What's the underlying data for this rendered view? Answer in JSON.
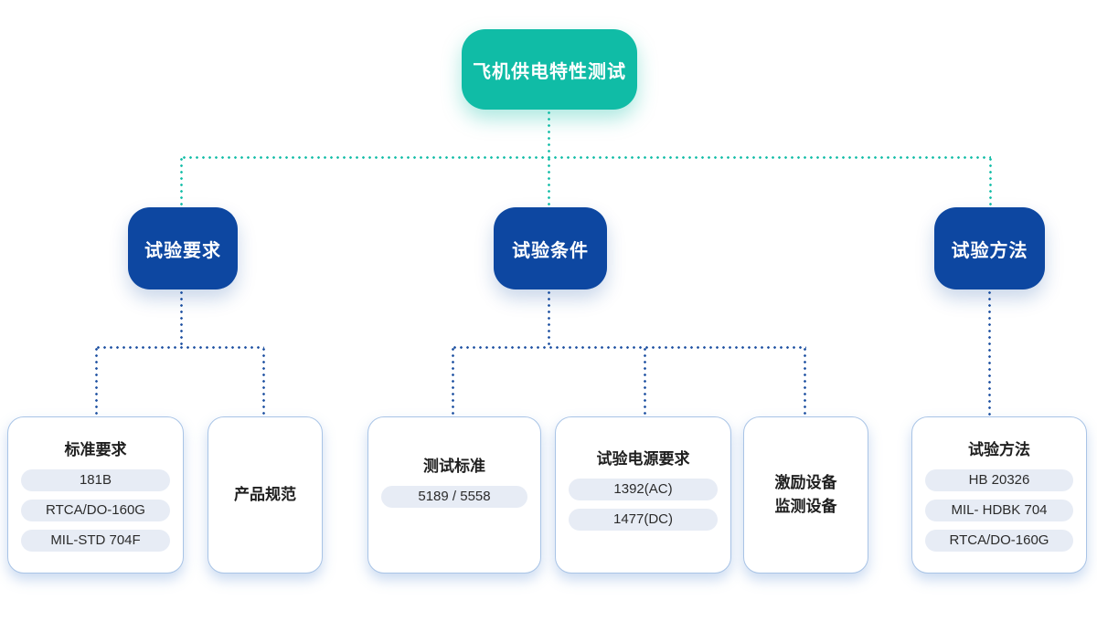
{
  "colors": {
    "teal": "#10bca6",
    "blue": "#0d47a1",
    "line_blue": "#1b4fa0",
    "card_border": "#a9c4e6",
    "pill_bg": "#e7ecf5",
    "text_dark": "#1f1f1f"
  },
  "root": {
    "label": "飞机供电特性测试"
  },
  "branches": [
    {
      "label": "试验要求"
    },
    {
      "label": "试验条件"
    },
    {
      "label": "试验方法"
    }
  ],
  "cards": [
    {
      "title": "标准要求",
      "pills": [
        "181B",
        "RTCA/DO-160G",
        "MIL-STD 704F"
      ]
    },
    {
      "title": "产品规范",
      "pills": []
    },
    {
      "title": "测试标准",
      "pills": [
        "5189 / 5558"
      ]
    },
    {
      "title": "试验电源要求",
      "pills": [
        "1392(AC)",
        "1477(DC)"
      ]
    },
    {
      "title_line1": "激励设备",
      "title_line2": "监测设备",
      "pills": []
    },
    {
      "title": "试验方法",
      "pills": [
        "HB 20326",
        "MIL- HDBK 704",
        "RTCA/DO-160G"
      ]
    }
  ]
}
